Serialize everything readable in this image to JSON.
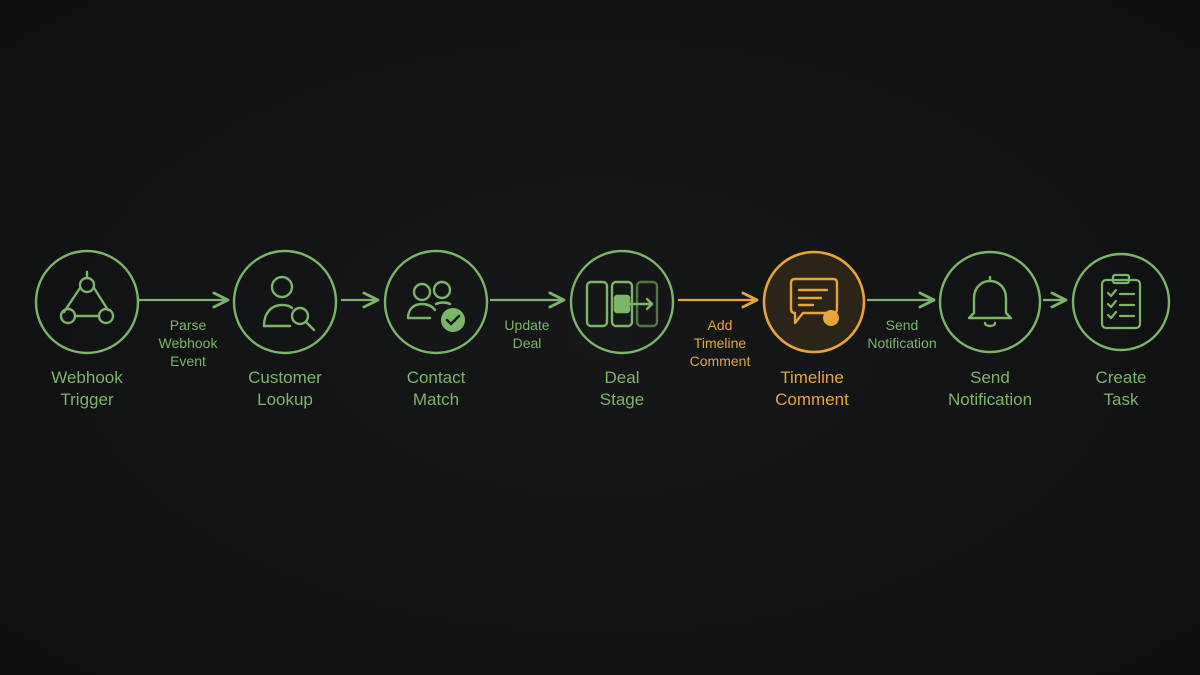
{
  "colors": {
    "background": "#121314",
    "accent_green": "#79b667",
    "highlight_amber": "#e8a33a"
  },
  "nodes": [
    {
      "id": "webhook-trigger",
      "icon": "webhook-icon",
      "lines": [
        "Webhook",
        "Trigger"
      ],
      "highlighted": false
    },
    {
      "id": "customer-lookup",
      "icon": "user-search-icon",
      "lines": [
        "Customer",
        "Lookup"
      ],
      "highlighted": false
    },
    {
      "id": "contact-match",
      "icon": "users-check-icon",
      "lines": [
        "Contact",
        "Match"
      ],
      "highlighted": false
    },
    {
      "id": "deal-stage",
      "icon": "kanban-move-icon",
      "lines": [
        "Deal",
        "Stage"
      ],
      "highlighted": false
    },
    {
      "id": "timeline-comment",
      "icon": "comment-icon",
      "lines": [
        "Timeline",
        "Comment"
      ],
      "highlighted": true
    },
    {
      "id": "send-notification",
      "icon": "bell-icon",
      "lines": [
        "Send",
        "Notification"
      ],
      "highlighted": false
    },
    {
      "id": "create-task",
      "icon": "clipboard-checklist-icon",
      "lines": [
        "Create",
        "Task"
      ],
      "highlighted": false
    }
  ],
  "edges": [
    {
      "from": "webhook-trigger",
      "to": "customer-lookup",
      "lines": [
        "Parse",
        "Webhook",
        "Event"
      ],
      "highlighted": false
    },
    {
      "from": "customer-lookup",
      "to": "contact-match",
      "lines": [],
      "highlighted": false
    },
    {
      "from": "contact-match",
      "to": "deal-stage",
      "lines": [
        "Update",
        "Deal"
      ],
      "highlighted": false
    },
    {
      "from": "deal-stage",
      "to": "timeline-comment",
      "lines": [
        "Add",
        "Timeline",
        "Comment"
      ],
      "highlighted": true
    },
    {
      "from": "timeline-comment",
      "to": "send-notification",
      "lines": [
        "Send",
        "Notification"
      ],
      "highlighted": false
    },
    {
      "from": "send-notification",
      "to": "create-task",
      "lines": [],
      "highlighted": false
    }
  ]
}
